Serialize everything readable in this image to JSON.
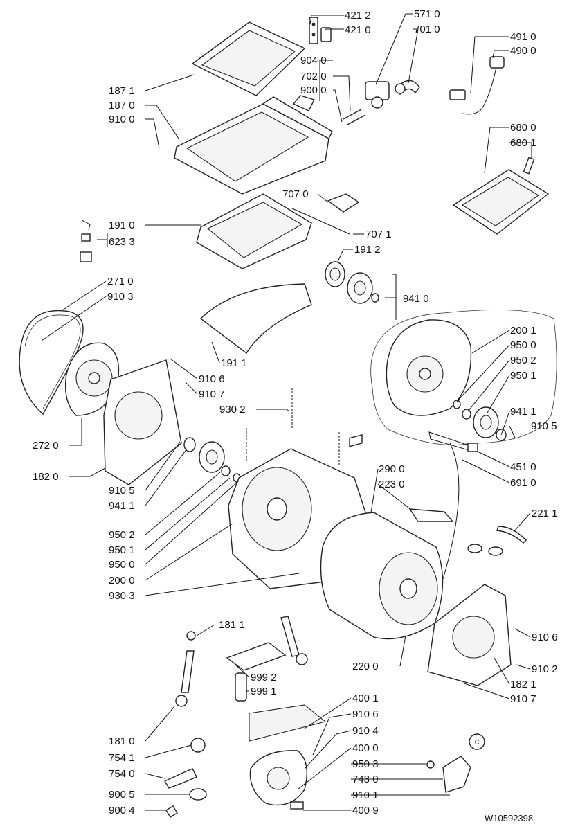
{
  "diagram": {
    "reference_code": "W10592398",
    "callout_letter": "c",
    "labels": {
      "p4212": "421 2",
      "p4210": "421 0",
      "p5710": "571 0",
      "p7010": "701 0",
      "p4910": "491 0",
      "p4900": "490 0",
      "p9040": "904 0",
      "p7020": "702 0",
      "p9000": "900 0",
      "p1871": "187 1",
      "p1870": "187 0",
      "p9100": "910 0",
      "p6800": "680 0",
      "p6801": "680 1",
      "p7070": "707 0",
      "p1910": "191 0",
      "p6233": "623 3",
      "p7071": "707 1",
      "p1912": "191 2",
      "p2710": "271 0",
      "p9103": "910 3",
      "p9410": "941 0",
      "p2001": "200 1",
      "p9500r": "950 0",
      "p9502r": "950 2",
      "p9501r": "950 1",
      "p1911": "191 1",
      "p9106a": "910 6",
      "p9107a": "910 7",
      "p9302": "930 2",
      "p9411r": "941 1",
      "p9105r": "910 5",
      "p2720": "272 0",
      "p4510": "451 0",
      "p6910": "691 0",
      "p1820": "182 0",
      "p2900": "290 0",
      "p2230": "223 0",
      "p9105l": "910 5",
      "p9411l": "941 1",
      "p2211": "221 1",
      "p9502l": "950 2",
      "p9501l": "950 1",
      "p9500l": "950 0",
      "p2000": "200 0",
      "p9303": "930 3",
      "p1811": "181 1",
      "p9106b": "910 6",
      "p2200": "220 0",
      "p9102": "910 2",
      "p9992": "999 2",
      "p1821": "182 1",
      "p9991": "999 1",
      "p9107b": "910 7",
      "p4001": "400 1",
      "p9106c": "910 6",
      "p1810": "181 0",
      "p9104": "910 4",
      "p7541": "754 1",
      "p4000": "400 0",
      "p7540": "754 0",
      "p9503": "950 3",
      "p7430": "743 0",
      "p9005": "900 5",
      "p9101": "910 1",
      "p9004": "900 4",
      "p4009": "400 9"
    }
  }
}
